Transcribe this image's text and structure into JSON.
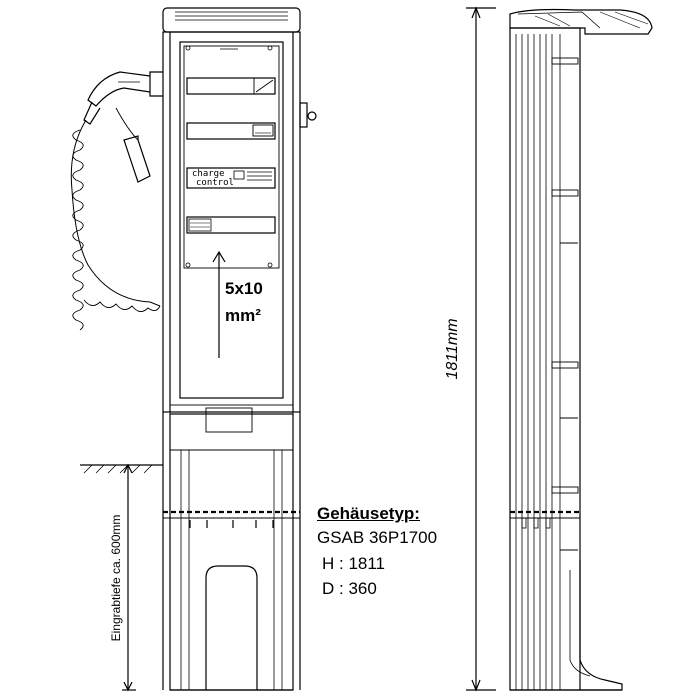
{
  "cable": {
    "label": "5x10",
    "unit": "mm²"
  },
  "height_dimension": "1811mm",
  "depth_label": "Eingrabtiefe ca. 600mm",
  "charge_control": {
    "line1": "charge",
    "line2": "control"
  },
  "spec": {
    "heading": "Gehäusetyp:",
    "model": "GSAB 36P1700",
    "height": "H : 1811",
    "depth": "D : 360"
  }
}
